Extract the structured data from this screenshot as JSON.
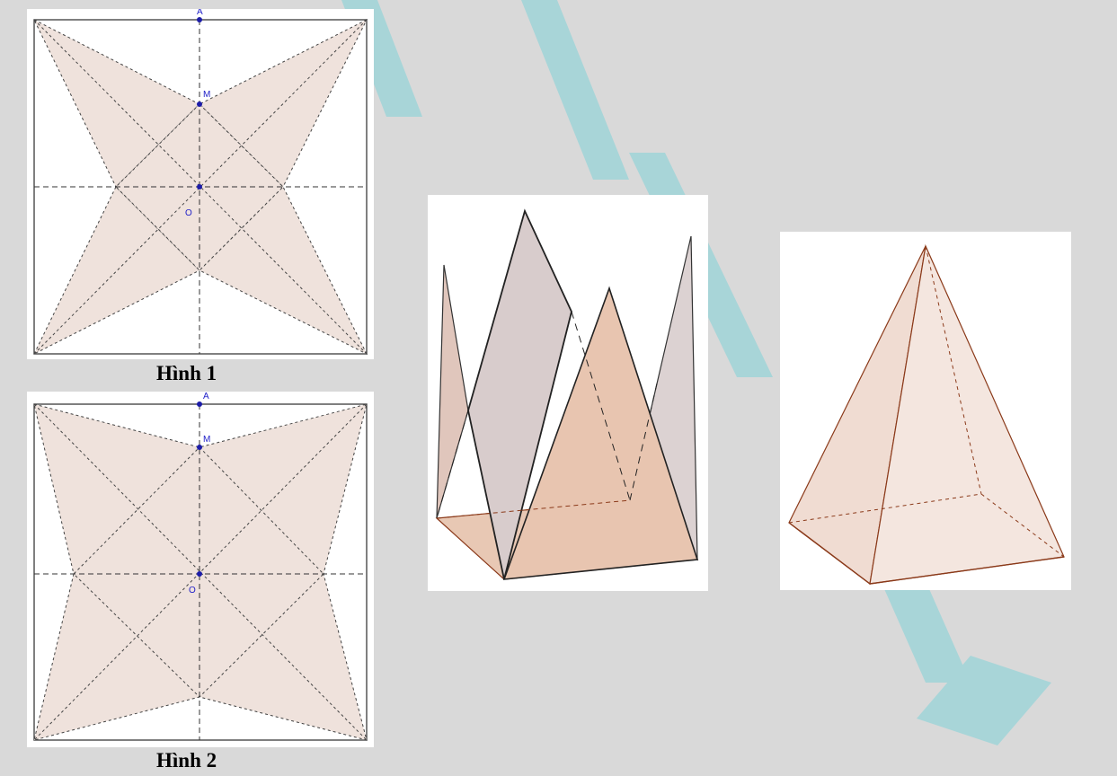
{
  "captions": {
    "figure1": "Hình 1",
    "figure2": "Hình 2"
  },
  "labels": {
    "A": "A",
    "M": "M",
    "O": "O"
  },
  "colors": {
    "background": "#d9d9d9",
    "face_fill": "#efe2dc",
    "solid_face": "#e8c8b4",
    "edge_brown": "#8b3a1a",
    "point_blue": "#1c1ca8",
    "watermark": "#00bcd4"
  }
}
